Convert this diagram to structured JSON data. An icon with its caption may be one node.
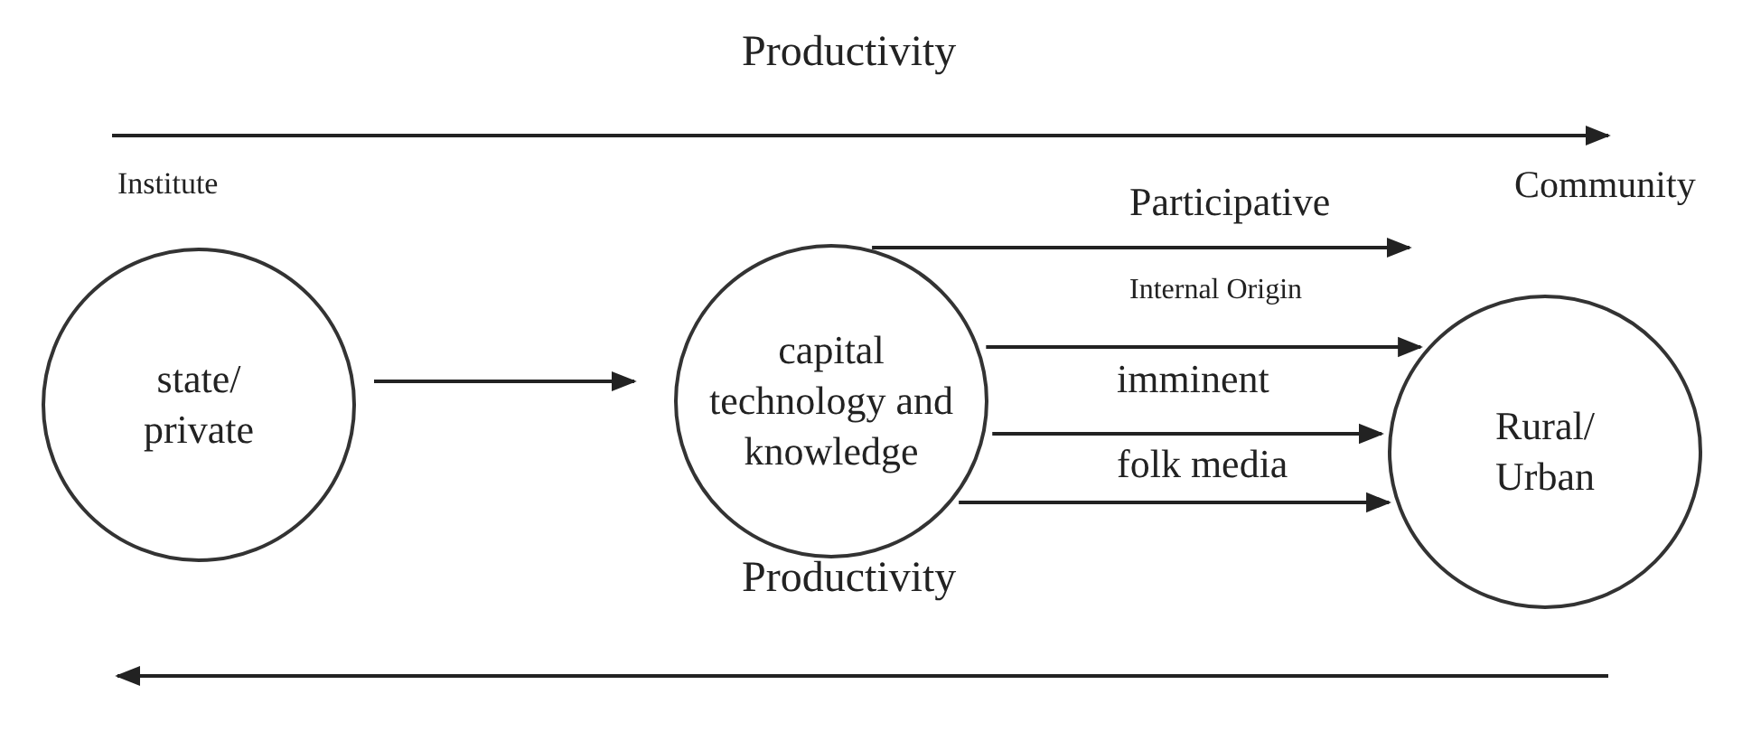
{
  "diagram": {
    "nodes": [
      {
        "text": [
          "state/ private"
        ],
        "beside": [
          "Institute"
        ]
      },
      {
        "text": [
          "capital technology and knowledge"
        ]
      },
      {
        "text": [
          "Rural/ Urban"
        ],
        "beside": [
          "Community"
        ]
      }
    ],
    "edges": [
      {
        "from": 0,
        "to": 1,
        "arrow": "to"
      },
      {
        "from": 1,
        "to": 2,
        "arrow": "to",
        "label": "Participative"
      },
      {
        "from": 1,
        "to": 2,
        "arrow": "to",
        "label": "Internal Origin"
      },
      {
        "from": 1,
        "to": 2,
        "arrow": "to",
        "label": "imminent"
      },
      {
        "from": 1,
        "to": 2,
        "arrow": "to",
        "label": "folk media"
      }
    ],
    "labels": [
      "Productivity",
      "Productivity"
    ]
  }
}
